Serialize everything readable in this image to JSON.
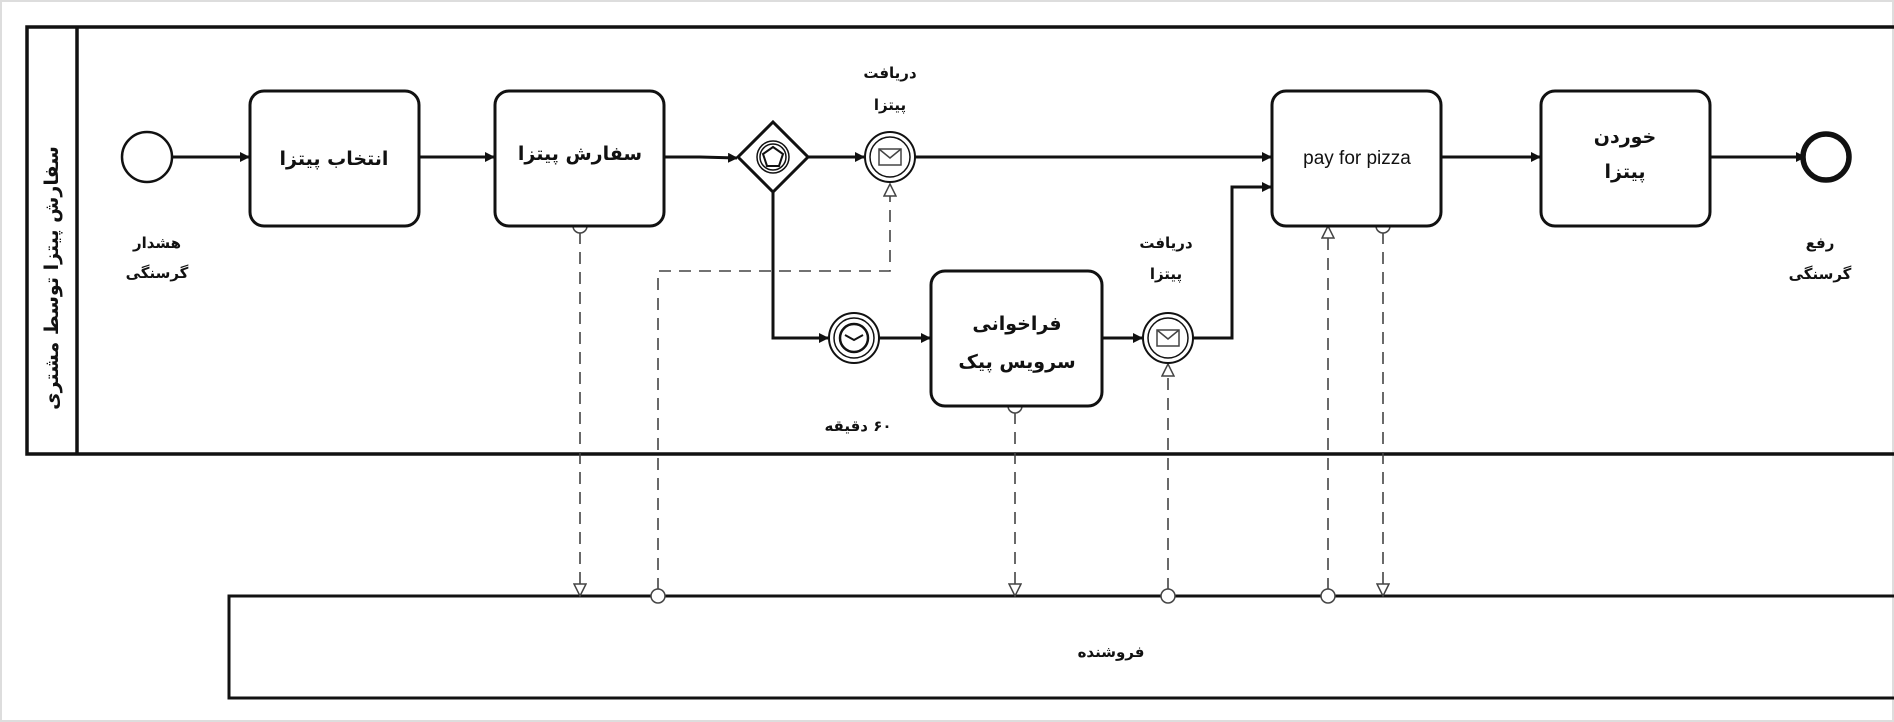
{
  "pools": {
    "customer": {
      "label": "سفارش پیتزا توسط مشتری"
    },
    "seller": {
      "label": "فروشنده"
    }
  },
  "events": {
    "start": {
      "line1": "هشدار",
      "line2": "گرسنگی"
    },
    "receive1": {
      "line1": "دریافت",
      "line2": "پیتزا"
    },
    "timer": {
      "label": "۶۰ دقیقه"
    },
    "receive2": {
      "line1": "دریافت",
      "line2": "پیتزا"
    },
    "end": {
      "line1": "رفع",
      "line2": "گرسنگی"
    }
  },
  "tasks": {
    "choose": {
      "label": "انتخاب پیتزا"
    },
    "order": {
      "label": "سفارش پیتزا"
    },
    "call": {
      "line1": "فراخوانی",
      "line2": "سرویس پیک"
    },
    "pay": {
      "label": "pay for pizza"
    },
    "eat": {
      "line1": "خوردن",
      "line2": "پیتزا"
    }
  }
}
